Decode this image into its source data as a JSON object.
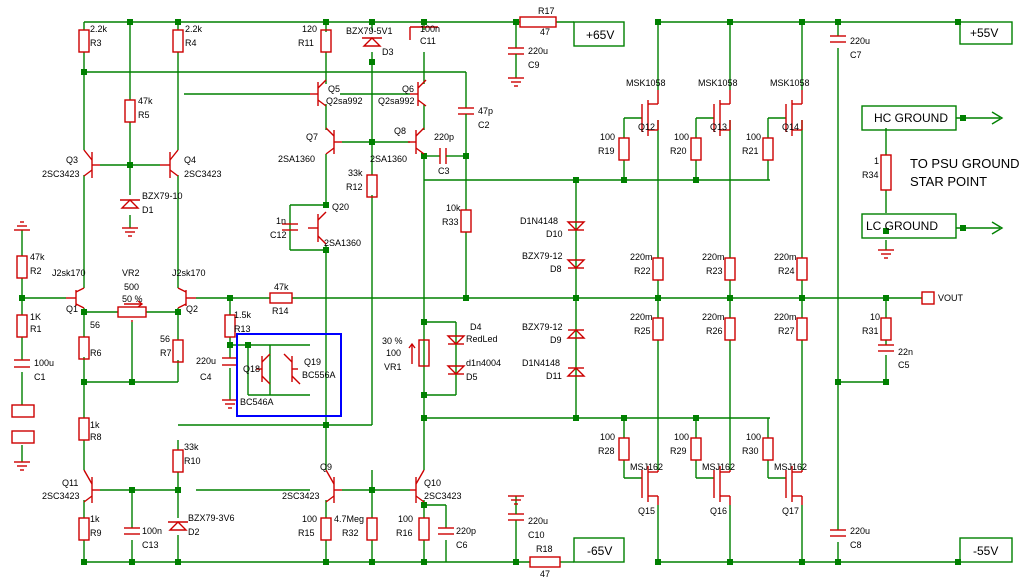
{
  "colors": {
    "wire": "#008000",
    "component": "#cc0000",
    "selection": "#0000ff",
    "background": "#ffffff"
  },
  "rails": {
    "pos65": "+65V",
    "pos55": "+55V",
    "neg65": "-65V",
    "neg55": "-55V"
  },
  "nodes": {
    "hc_ground": "HC GROUND",
    "lc_ground": "LC GROUND",
    "vout": "VOUT"
  },
  "notes": {
    "psu_line1": "TO PSU GROUND",
    "psu_line2": "STAR POINT"
  },
  "parts": {
    "r3": {
      "ref": "R3",
      "value": "2.2k"
    },
    "r4": {
      "ref": "R4",
      "value": "2.2k"
    },
    "r5": {
      "ref": "R5",
      "value": "47k"
    },
    "d1": {
      "ref": "D1",
      "value": "BZX79-10"
    },
    "q3": {
      "ref": "Q3",
      "value": "2SC3423"
    },
    "q4": {
      "ref": "Q4",
      "value": "2SC3423"
    },
    "r11": {
      "ref": "R11",
      "value": "120"
    },
    "d3": {
      "ref": "D3",
      "value": "BZX79-5V1"
    },
    "c11": {
      "ref": "C11",
      "value": "100n"
    },
    "r17": {
      "ref": "R17",
      "value": "47"
    },
    "c9": {
      "ref": "C9",
      "value": "220u"
    },
    "q5": {
      "ref": "Q5",
      "value": "Q2sa992"
    },
    "q6": {
      "ref": "Q6",
      "value": "Q2sa992"
    },
    "c2": {
      "ref": "C2",
      "value": "47p"
    },
    "q7": {
      "ref": "Q7",
      "value": "2SA1360"
    },
    "q8": {
      "ref": "Q8",
      "value": "2SA1360"
    },
    "c3": {
      "ref": "C3",
      "value": "220p"
    },
    "r12": {
      "ref": "R12",
      "value": "33k"
    },
    "q20": {
      "ref": "Q20",
      "value": "2SA1360"
    },
    "c12": {
      "ref": "C12",
      "value": "1n"
    },
    "r33": {
      "ref": "R33",
      "value": "10k"
    },
    "r2": {
      "ref": "R2",
      "value": "47k"
    },
    "r1": {
      "ref": "R1",
      "value": "1K"
    },
    "c1": {
      "ref": "C1",
      "value": "100u"
    },
    "q1": {
      "ref": "Q1",
      "value": "J2sk170"
    },
    "q2": {
      "ref": "Q2",
      "value": "J2sk170"
    },
    "vr2": {
      "ref": "VR2",
      "value": "500",
      "pct": "50 %"
    },
    "r6": {
      "ref": "R6",
      "value": "56"
    },
    "r7": {
      "ref": "R7",
      "value": "56"
    },
    "r14": {
      "ref": "R14",
      "value": "47k"
    },
    "r13": {
      "ref": "R13",
      "value": "1.5k"
    },
    "c4": {
      "ref": "C4",
      "value": "220u"
    },
    "q18": {
      "ref": "Q18",
      "value": "BC546A"
    },
    "q19": {
      "ref": "Q19",
      "value": "BC556A"
    },
    "vr1": {
      "ref": "VR1",
      "value": "100",
      "pct": "30 %"
    },
    "d4": {
      "ref": "D4",
      "value": "RedLed"
    },
    "d5": {
      "ref": "D5",
      "value": "d1n4004"
    },
    "d10": {
      "ref": "D10",
      "value": "D1N4148"
    },
    "d8": {
      "ref": "D8",
      "value": "BZX79-12"
    },
    "d9": {
      "ref": "D9",
      "value": "BZX79-12"
    },
    "d11": {
      "ref": "D11",
      "value": "D1N4148"
    },
    "q12": {
      "ref": "Q12",
      "value": "MSK1058"
    },
    "q13": {
      "ref": "Q13",
      "value": "MSK1058"
    },
    "q14": {
      "ref": "Q14",
      "value": "MSK1058"
    },
    "r19": {
      "ref": "R19",
      "value": "100"
    },
    "r20": {
      "ref": "R20",
      "value": "100"
    },
    "r21": {
      "ref": "R21",
      "value": "100"
    },
    "r22": {
      "ref": "R22",
      "value": "220m"
    },
    "r23": {
      "ref": "R23",
      "value": "220m"
    },
    "r24": {
      "ref": "R24",
      "value": "220m"
    },
    "r25": {
      "ref": "R25",
      "value": "220m"
    },
    "r26": {
      "ref": "R26",
      "value": "220m"
    },
    "r27": {
      "ref": "R27",
      "value": "220m"
    },
    "r28": {
      "ref": "R28",
      "value": "100"
    },
    "r29": {
      "ref": "R29",
      "value": "100"
    },
    "r30": {
      "ref": "R30",
      "value": "100"
    },
    "q15": {
      "ref": "Q15",
      "value": "MSJ162"
    },
    "q16": {
      "ref": "Q16",
      "value": "MSJ162"
    },
    "q17": {
      "ref": "Q17",
      "value": "MSJ162"
    },
    "c7": {
      "ref": "C7",
      "value": "220u"
    },
    "c8": {
      "ref": "C8",
      "value": "220u"
    },
    "r34": {
      "ref": "R34",
      "value": "1"
    },
    "r31": {
      "ref": "R31",
      "value": "10"
    },
    "c5": {
      "ref": "C5",
      "value": "22n"
    },
    "r8": {
      "ref": "R8",
      "value": "1k"
    },
    "r9": {
      "ref": "R9",
      "value": "1k"
    },
    "q11": {
      "ref": "Q11",
      "value": "2SC3423"
    },
    "c13": {
      "ref": "C13",
      "value": "100n"
    },
    "r10": {
      "ref": "R10",
      "value": "33k"
    },
    "d2": {
      "ref": "D2",
      "value": "BZX79-3V6"
    },
    "q9": {
      "ref": "Q9",
      "value": "2SC3423"
    },
    "q10": {
      "ref": "Q10",
      "value": "2SC3423"
    },
    "r15": {
      "ref": "R15",
      "value": "100"
    },
    "r32": {
      "ref": "R32",
      "value": "4.7Meg"
    },
    "r16": {
      "ref": "R16",
      "value": "100"
    },
    "c6": {
      "ref": "C6",
      "value": "220p"
    },
    "c10": {
      "ref": "C10",
      "value": "220u"
    },
    "r18": {
      "ref": "R18",
      "value": "47"
    }
  }
}
